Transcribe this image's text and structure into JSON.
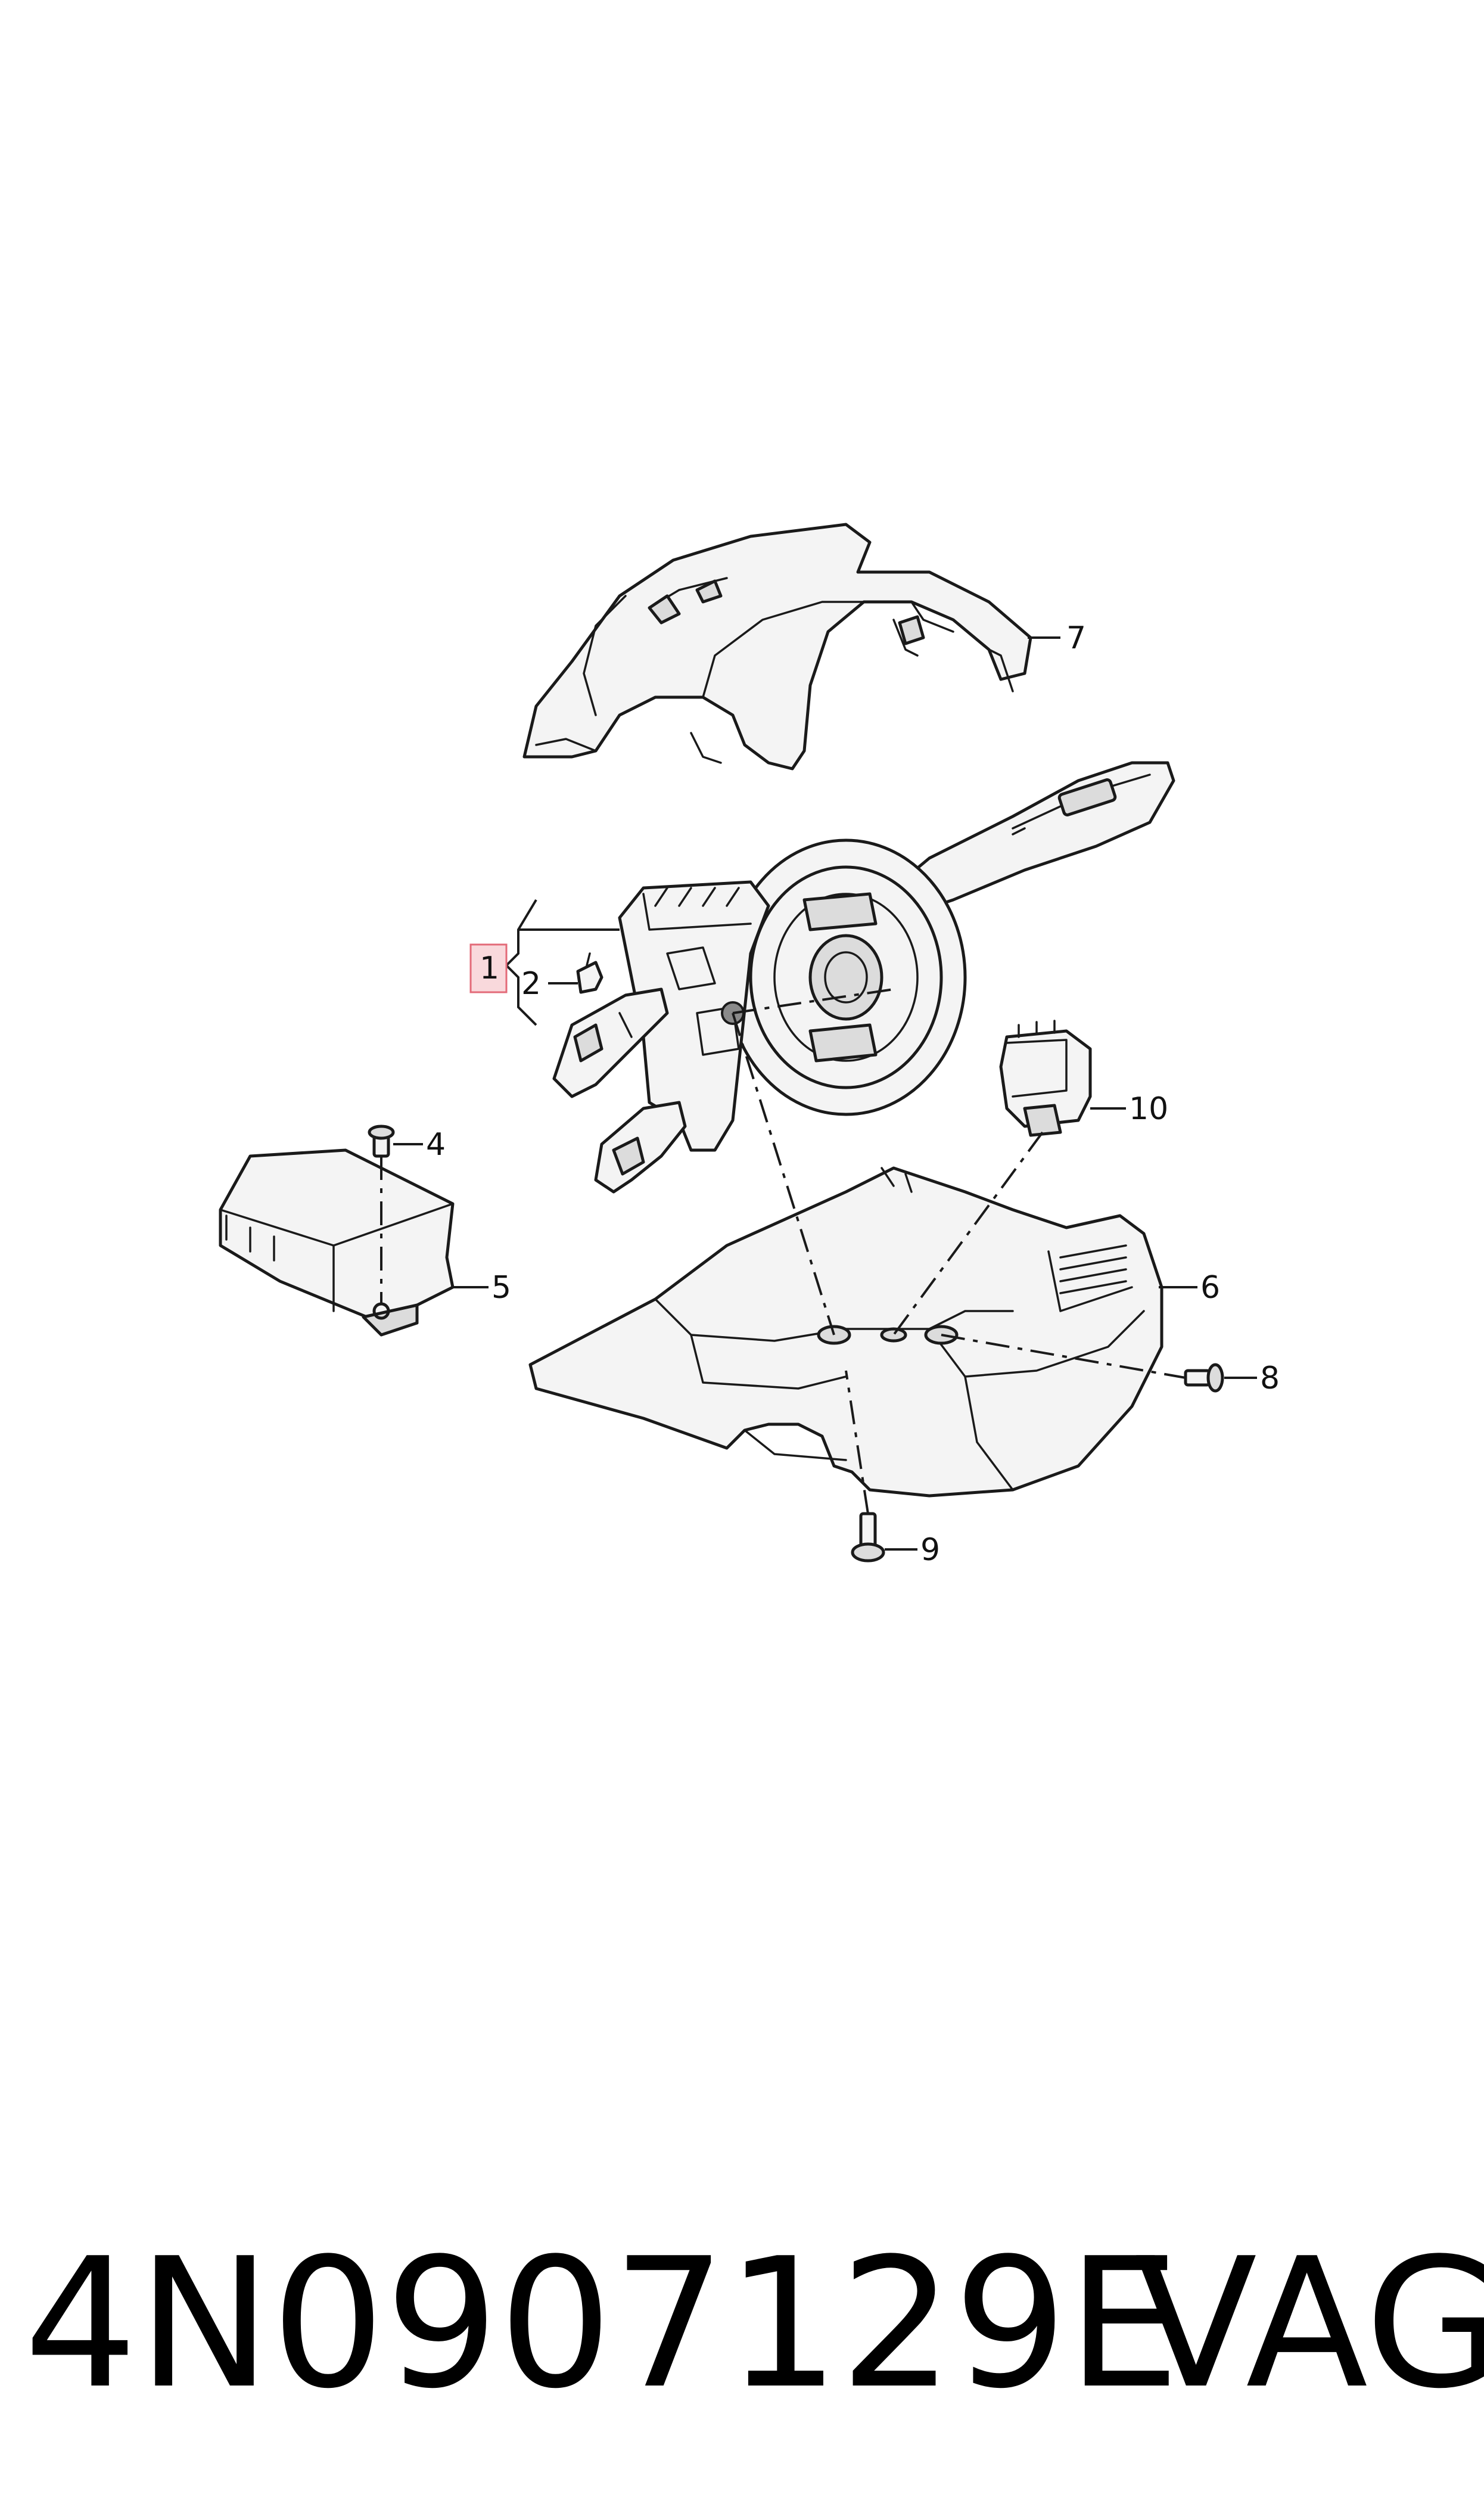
{
  "diagram": {
    "callouts": {
      "c1": "1",
      "c2": "2",
      "c4": "4",
      "c5": "5",
      "c6": "6",
      "c7": "7",
      "c8": "8",
      "c9": "9",
      "c10": "10"
    },
    "highlight_color": "#f9d9dc",
    "highlight_border": "#e36a78"
  },
  "caption": {
    "part_number": "4N0907129E",
    "brand": "VAG"
  }
}
